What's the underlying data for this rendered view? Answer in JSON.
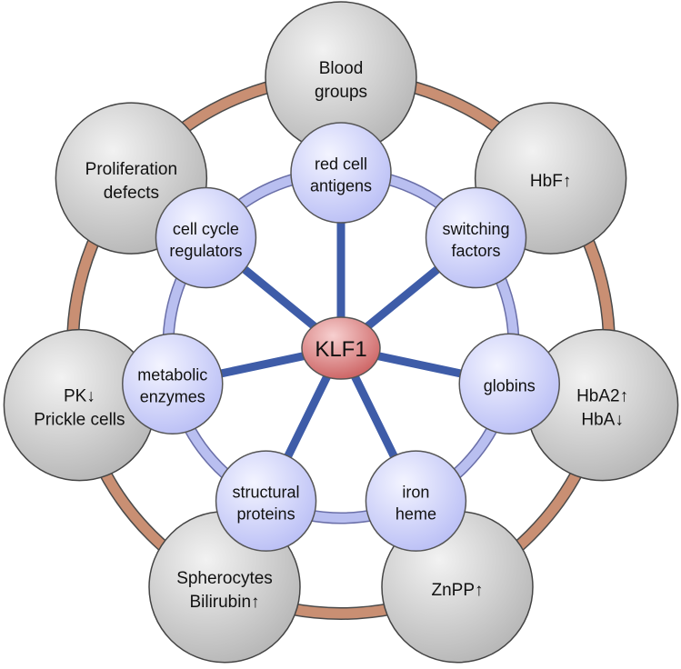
{
  "center": {
    "label": "KLF1"
  },
  "inner_nodes": [
    {
      "lines": [
        "red cell",
        "antigens"
      ]
    },
    {
      "lines": [
        "switching",
        "factors"
      ]
    },
    {
      "lines": [
        "globins"
      ]
    },
    {
      "lines": [
        "iron",
        "heme"
      ]
    },
    {
      "lines": [
        "structural",
        "proteins"
      ]
    },
    {
      "lines": [
        "metabolic",
        "enzymes"
      ]
    },
    {
      "lines": [
        "cell cycle",
        "regulators"
      ]
    }
  ],
  "outer_nodes": [
    {
      "lines": [
        "Blood",
        "groups"
      ]
    },
    {
      "lines": [
        "HbF↑"
      ]
    },
    {
      "lines": [
        "HbA2↑",
        "HbA↓"
      ]
    },
    {
      "lines": [
        "ZnPP↑"
      ]
    },
    {
      "lines": [
        "Spherocytes",
        "Bilirubin↑"
      ]
    },
    {
      "lines": [
        "PK↓",
        "Prickle cells"
      ]
    },
    {
      "lines": [
        "Proliferation",
        "defects"
      ]
    }
  ],
  "colors": {
    "spoke": "#3e5ca8",
    "inner_ring": "#b9bff0",
    "outer_ring": "#c98f73",
    "inner_node_fill": "#cdd2ff",
    "outer_node_fill": "#c4c4c4",
    "center_fill": "#d97070"
  }
}
